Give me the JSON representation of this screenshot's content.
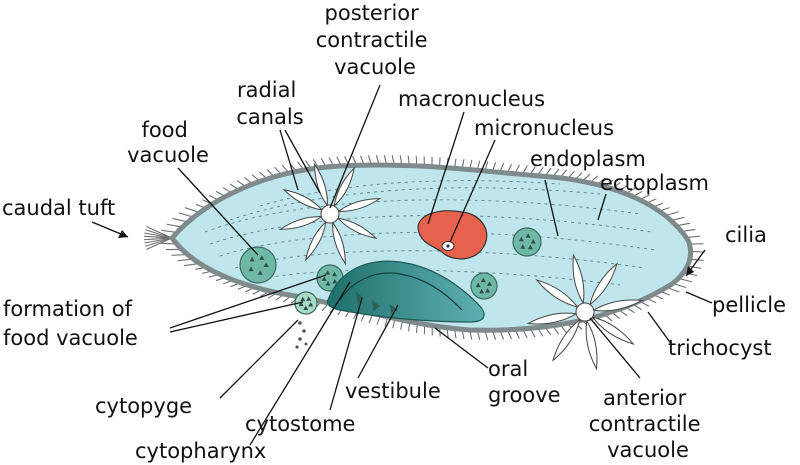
{
  "labels": {
    "posterior_contractile_vacuole": [
      "posterior",
      "contractile",
      "vacuole"
    ],
    "radial_canals": [
      "radial",
      "canals"
    ],
    "macronucleus": "macronucleus",
    "micronucleus": "micronucleus",
    "food_vacuole": [
      "food",
      "vacuole"
    ],
    "endoplasm": "endoplasm",
    "ectoplasm": "ectoplasm",
    "caudal_tuft": "caudal tuft",
    "cilia": "cilia",
    "pellicle": "pellicle",
    "formation_of_food_vacuole": [
      "formation of",
      "food vacuole"
    ],
    "trichocyst": "trichocyst",
    "oral_groove": [
      "oral",
      "groove"
    ],
    "anterior_contractile_vacuole": [
      "anterior",
      "contractile",
      "vacuole"
    ],
    "vestibule": "vestibule",
    "cytopyge": "cytopyge",
    "cytostome": "cytostome",
    "cytopharynx": "cytopharynx"
  },
  "colors": {
    "cell_body": "#bfe6ec",
    "pellicle": "#7e8a8c",
    "cilia": "#6f6f6f",
    "macronucleus": "#e8614c",
    "food_vacuole": "#6fb7a6",
    "vestibule": "#2f8f8a",
    "contractile_vacuole": "#ffffff"
  }
}
